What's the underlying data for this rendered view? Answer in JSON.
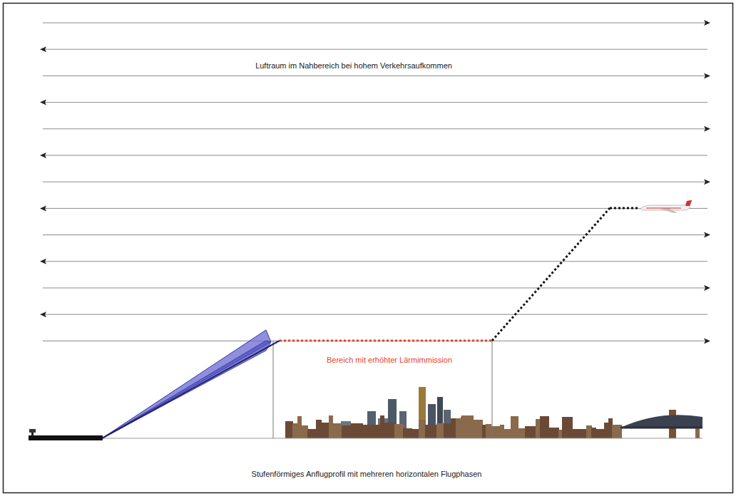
{
  "diagram": {
    "caption": "Stufenförmiges Anflugprofil mit mehreren horizontalen Flugphasen",
    "labels": [
      "Luftraum im Nahbereich bei hohem Verkehrsaufkommen",
      "Bereich mit erhöhter Lärmimmission"
    ]
  }
}
